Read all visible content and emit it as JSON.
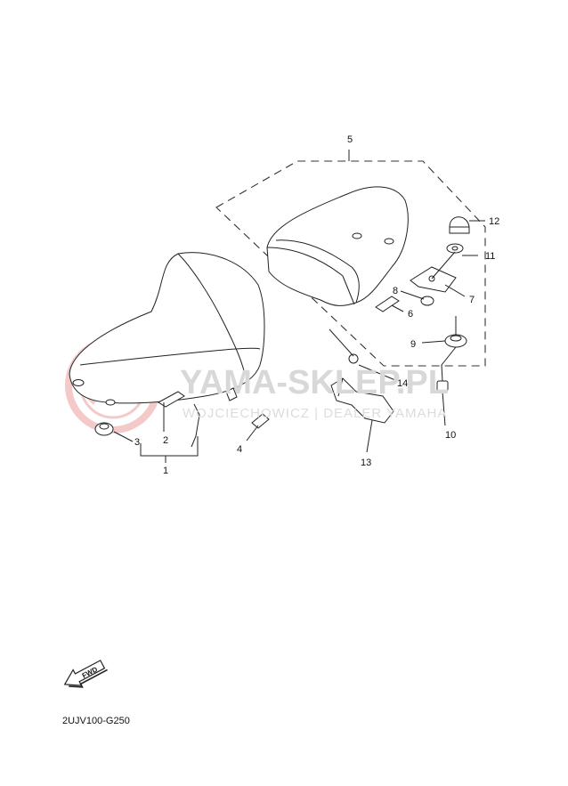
{
  "watermark": {
    "main_text": "YAMA-SKLEP.PL",
    "sub_text": "WOJCIECHOWICZ | DEALER YAMAHA",
    "logo_color": "#e88a8a",
    "text_color": "#d8d8d8"
  },
  "callouts": {
    "p1": "1",
    "p2": "2",
    "p3": "3",
    "p4": "4",
    "p5": "5",
    "p6": "6",
    "p7": "7",
    "p8": "8",
    "p9": "9",
    "p10": "10",
    "p11": "11",
    "p12": "12",
    "p13": "13",
    "p14": "14"
  },
  "fwd_label": "FWD",
  "diagram_code": "2UJV100-G250"
}
